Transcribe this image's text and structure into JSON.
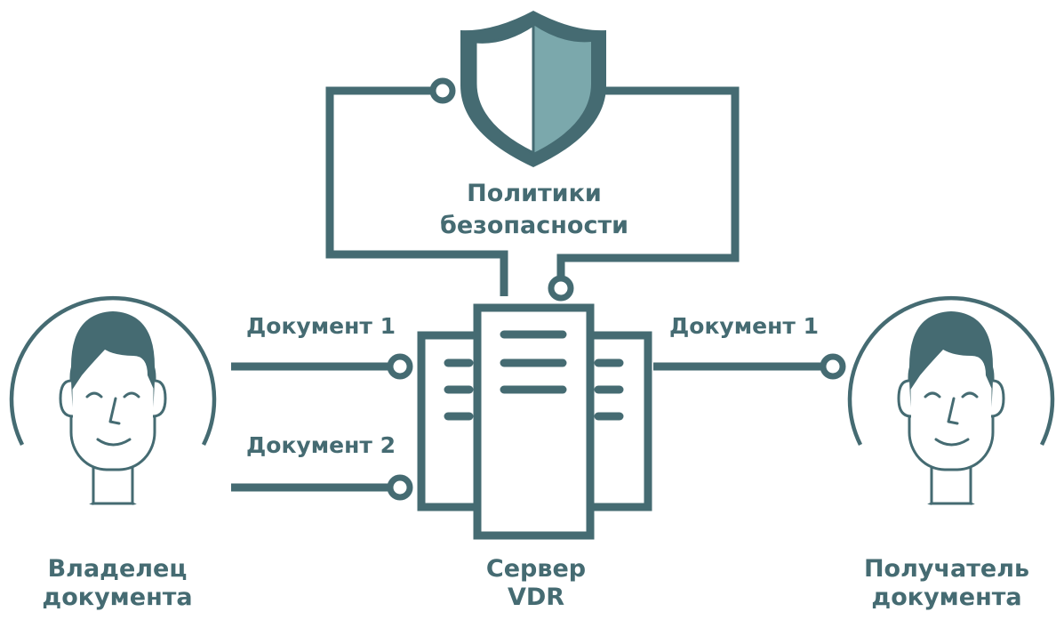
{
  "colors": {
    "primary": "#456b72",
    "accent": "#7ba8ac",
    "background": "#ffffff"
  },
  "nodes": {
    "policy": {
      "icon": "shield-icon",
      "lines": [
        "Политики",
        "безопасности"
      ]
    },
    "owner": {
      "icon": "person-icon",
      "lines": [
        "Владелец",
        "документа"
      ]
    },
    "server": {
      "icon": "server-icon",
      "lines": [
        "Сервер",
        "VDR"
      ]
    },
    "recipient": {
      "icon": "person-icon",
      "lines": [
        "Получатель",
        "документа"
      ]
    }
  },
  "edges": {
    "owner_to_server_1": "Документ 1",
    "owner_to_server_2": "Документ 2",
    "server_to_recipient": "Документ 1"
  }
}
